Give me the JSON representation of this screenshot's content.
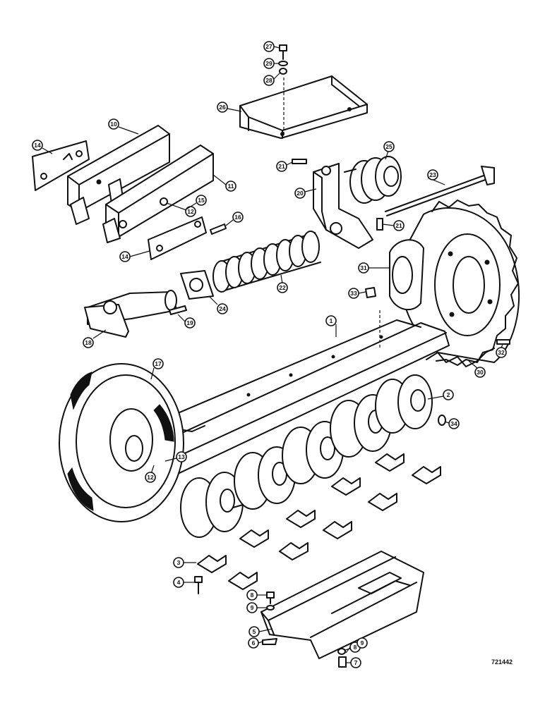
{
  "figure": {
    "drawing_number": "721442"
  },
  "callouts": [
    {
      "num": "1"
    },
    {
      "num": "2"
    },
    {
      "num": "3"
    },
    {
      "num": "4"
    },
    {
      "num": "5"
    },
    {
      "num": "6"
    },
    {
      "num": "7"
    },
    {
      "num": "8"
    },
    {
      "num": "9"
    },
    {
      "num": "8"
    },
    {
      "num": "9"
    },
    {
      "num": "10"
    },
    {
      "num": "11"
    },
    {
      "num": "12"
    },
    {
      "num": "12"
    },
    {
      "num": "13"
    },
    {
      "num": "14"
    },
    {
      "num": "14"
    },
    {
      "num": "15"
    },
    {
      "num": "16"
    },
    {
      "num": "17"
    },
    {
      "num": "18"
    },
    {
      "num": "19"
    },
    {
      "num": "20"
    },
    {
      "num": "21"
    },
    {
      "num": "21"
    },
    {
      "num": "22"
    },
    {
      "num": "23"
    },
    {
      "num": "24"
    },
    {
      "num": "25"
    },
    {
      "num": "26"
    },
    {
      "num": "27"
    },
    {
      "num": "28"
    },
    {
      "num": "29"
    },
    {
      "num": "30"
    },
    {
      "num": "31"
    },
    {
      "num": "32"
    },
    {
      "num": "33"
    },
    {
      "num": "34"
    }
  ]
}
